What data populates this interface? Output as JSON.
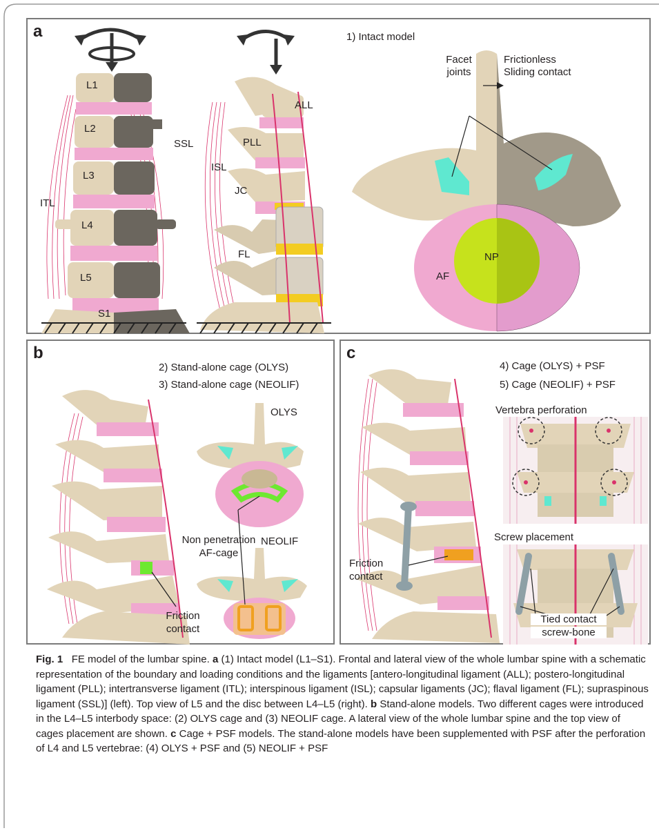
{
  "panels": {
    "a": {
      "label": "a",
      "title": "1) Intact model",
      "vertebrae": [
        "L1",
        "L2",
        "L3",
        "L4",
        "L5",
        "S1"
      ],
      "ligaments_lateral": {
        "all": "ALL",
        "ssl": "SSL",
        "pll": "PLL",
        "isl": "ISL",
        "jc": "JC",
        "fl": "FL"
      },
      "itl": "ITL",
      "facet_joints": [
        "Facet",
        "joints"
      ],
      "frictionless": [
        "Frictionless",
        "Sliding contact"
      ],
      "np": "NP",
      "af": "AF"
    },
    "b": {
      "label": "b",
      "line1": "2) Stand-alone cage (OLYS)",
      "line2": "3) Stand-alone cage (NEOLIF)",
      "olys": "OLYS",
      "neolif": "NEOLIF",
      "non_penetration": [
        "Non penetration",
        "AF-cage"
      ],
      "friction_contact": [
        "Friction",
        "contact"
      ]
    },
    "c": {
      "label": "c",
      "line1": "4) Cage (OLYS) + PSF",
      "line2": "5) Cage (NEOLIF) + PSF",
      "vertebra_perforation": "Vertebra perforation",
      "friction_contact": [
        "Friction",
        "contact"
      ],
      "screw_placement": "Screw placement",
      "tied_contact": [
        "Tied contact",
        "screw-bone"
      ]
    }
  },
  "caption": {
    "fig_label": "Fig. 1",
    "title": "FE model of the lumbar spine.",
    "a_label": "a",
    "a_text": "(1) Intact model (L1–S1). Frontal and lateral view of the whole lumbar spine with a schematic representation of the boundary and loading conditions and the ligaments [antero-longitudinal ligament (ALL); postero-longitudinal ligament (PLL); intertransverse ligament (ITL); interspinous ligament (ISL); capsular ligaments (JC); flaval ligament (FL); supraspinous ligament (SSL)] (left). Top view of L5 and the disc between L4–L5 (right).",
    "b_label": "b",
    "b_text": "Stand-alone models. Two different cages were introduced in the L4–L5 interbody space: (2) OLYS cage and (3) NEOLIF cage. A lateral view of the whole lumbar spine and the top view of cages placement are shown.",
    "c_label": "c",
    "c_text": "Cage + PSF models. The stand-alone models have been supplemented with PSF after the perforation of L4 and L5 vertebrae: (4) OLYS + PSF and (5) NEOLIF + PSF"
  },
  "colors": {
    "bone": "#e2d4b8",
    "bone_dark": "#c9b894",
    "disc": "#f0a9d0",
    "ligament": "#d9336b",
    "mesh": "#5c5750",
    "facet": "#5fe8d0",
    "nucleus": "#c6e21c",
    "cage_yellow": "#f3cc22",
    "cage_orange": "#f0a020",
    "cage_green": "#6ee830",
    "screw": "#8ea0a6",
    "border": "#7a7a7a"
  }
}
